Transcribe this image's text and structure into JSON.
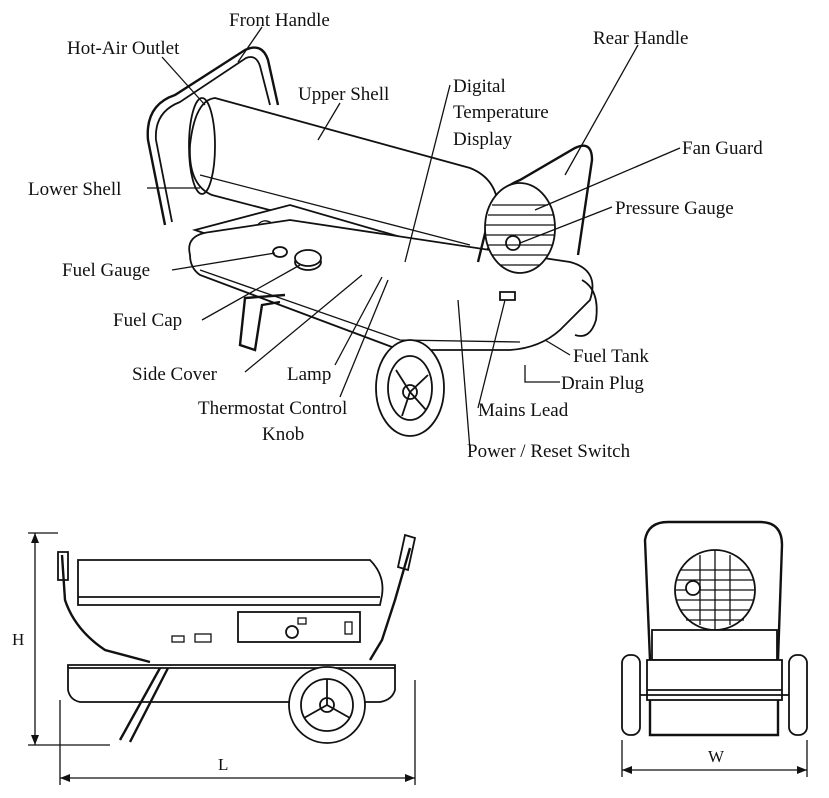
{
  "labels": {
    "front_handle": "Front Handle",
    "hot_air_outlet": "Hot-Air Outlet",
    "upper_shell": "Upper  Shell",
    "digital_1": "Digital",
    "digital_2": "Temperature",
    "digital_3": "Display",
    "rear_handle": "Rear Handle",
    "fan_guard": "Fan Guard",
    "pressure_gauge": "Pressure Gauge",
    "lower_shell": "Lower Shell",
    "fuel_gauge": "Fuel Gauge",
    "fuel_cap": "Fuel Cap",
    "side_cover": "Side  Cover",
    "lamp": "Lamp",
    "thermostat_1": "Thermostat Control",
    "thermostat_2": "Knob",
    "fuel_tank": "Fuel Tank",
    "drain_plug": "Drain Plug",
    "mains_lead": "Mains Lead",
    "power_switch": "Power / Reset Switch"
  },
  "dimensions": {
    "height": "H",
    "length": "L",
    "width": "W"
  },
  "icons": {
    "main_view": "heater-isometric-drawing",
    "side_view": "heater-side-elevation",
    "rear_view": "heater-rear-elevation"
  }
}
